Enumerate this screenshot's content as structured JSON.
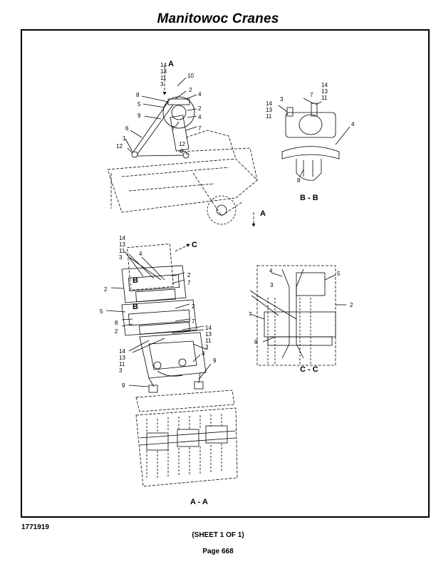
{
  "header": {
    "title": "Manitowoc Cranes"
  },
  "footer": {
    "doc_number": "1771919",
    "sheet": "(SHEET 1 OF 1)",
    "page": "Page 668"
  },
  "views": {
    "top_section_label": "A",
    "bb_title": "B - B",
    "cc_title": "C - C",
    "aa_title": "A - A",
    "b_marker": "B",
    "c_marker": "C"
  },
  "callouts": {
    "n1": "1",
    "n2": "2",
    "n3": "3",
    "n4": "4",
    "n5": "5",
    "n6": "6",
    "n7": "7",
    "n8": "8",
    "n9": "9",
    "n10": "10",
    "n11": "11",
    "n12": "12",
    "n13": "13",
    "n14": "14"
  }
}
